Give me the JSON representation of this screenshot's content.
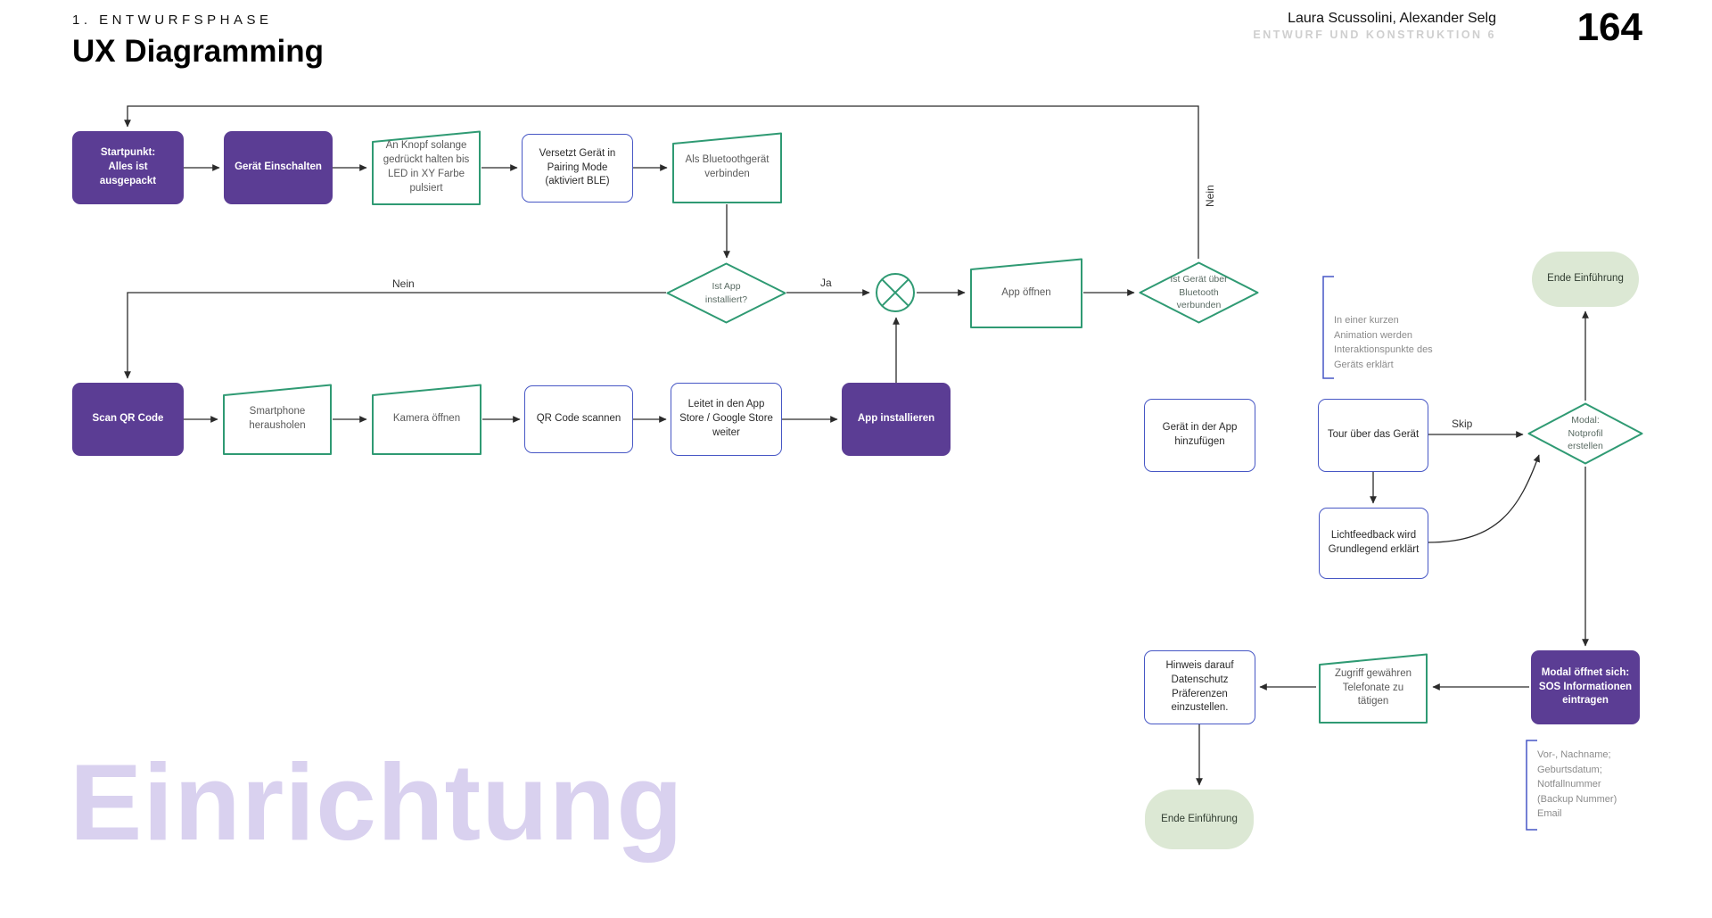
{
  "header": {
    "section": "1. ENTWURFSPHASE",
    "title": "UX Diagramming",
    "authors": "Laura Scussolini, Alexander Selg",
    "course": "ENTWURF UND KONSTRUKTION 6",
    "page": "164"
  },
  "watermark": "Einrichtung",
  "edge_labels": {
    "ja": "Ja",
    "nein_left": "Nein",
    "nein_top": "Nein",
    "skip": "Skip"
  },
  "nodes": {
    "startpunkt": {
      "label": "Startpunkt:\nAlles ist\nausgepackt"
    },
    "geraet_einschalten": {
      "label": "Gerät Einschalten"
    },
    "knopf": {
      "label": "An Knopf solange\ngedrückt halten bis\nLED in XY Farbe\npulsiert"
    },
    "pairing": {
      "label": "Versetzt Gerät in\nPairing Mode\n(aktiviert BLE)"
    },
    "bt_verbinden": {
      "label": "Als Bluetoothgerät\nverbinden"
    },
    "ist_app": {
      "label": "Ist App\ninstalliert?"
    },
    "app_oeffnen": {
      "label": "App öffnen"
    },
    "ist_geraet": {
      "label": "Ist Gerät über\nBluetooth\nverbunden"
    },
    "scan_qr": {
      "label": "Scan QR Code"
    },
    "smartphone": {
      "label": "Smartphone\nherausholen"
    },
    "kamera": {
      "label": "Kamera öffnen"
    },
    "qr_scannen": {
      "label": "QR Code scannen"
    },
    "leitet": {
      "label": "Leitet in den App\nStore / Google Store\nweiter"
    },
    "app_installieren": {
      "label": "App installieren"
    },
    "geraet_app": {
      "label": "Gerät in der App\nhinzufügen"
    },
    "tour": {
      "label": "Tour über das Gerät"
    },
    "lichtfeedback": {
      "label": "Lichtfeedback wird\nGrundlegend erklärt"
    },
    "modal_notprofil": {
      "label": "Modal:\nNotprofil\nerstellen"
    },
    "ende1": {
      "label": "Ende Einführung"
    },
    "sos": {
      "label": "Modal öffnet sich:\nSOS Informationen\neintragen"
    },
    "zugriff": {
      "label": "Zugriff gewähren\nTelefonate zu\ntätigen"
    },
    "hinweis": {
      "label": "Hinweis darauf\nDatenschutz\nPräferenzen\neinzustellen."
    },
    "ende2": {
      "label": "Ende Einführung"
    }
  },
  "annotations": {
    "animation": "In einer kurzen\nAnimation werden\nInteraktionspunkte des\nGeräts erklärt",
    "sos_fields": "Vor-, Nachname;\nGeburtsdatum;\nNotfallnummer\n(Backup Nummer)\nEmail"
  },
  "colors": {
    "purple": "#5b3d94",
    "green_stroke": "#2f9a73",
    "blue_stroke": "#4757c5",
    "pill_green": "#dce8d4",
    "line": "#2b2b2b",
    "watermark": "#d9d1ef",
    "annotation_grey": "#8b8b8b"
  }
}
